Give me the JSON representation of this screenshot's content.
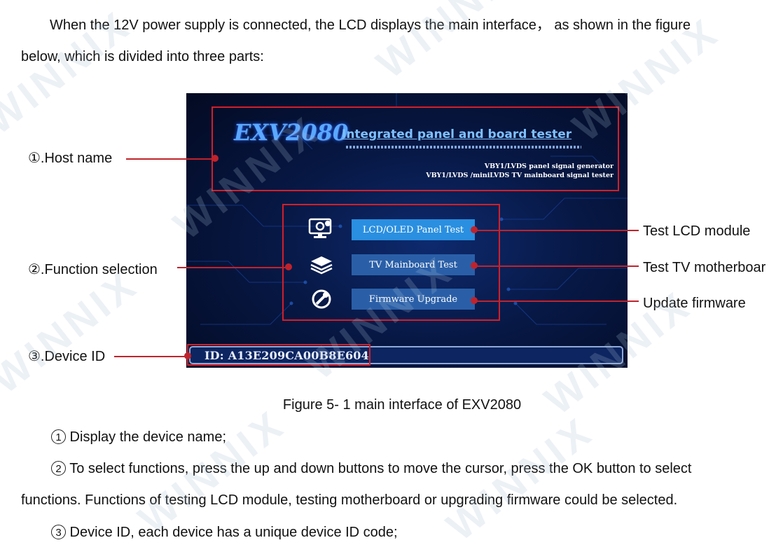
{
  "intro_line1": "When the 12V power supply is connected, the LCD displays the main interface， as shown in the figure",
  "intro_line2": "below, which is divided into three parts:",
  "screen": {
    "host_name": "EXV2080",
    "tagline": "Integrated panel and board tester",
    "sub1": "VBY1/LVDS panel signal generator",
    "sub2": "VBY1/LVDS /miniLVDS TV mainboard signal tester",
    "menu": [
      "LCD/OLED Panel Test",
      "TV Mainboard Test",
      "Firmware Upgrade"
    ],
    "device_id": "ID: A13E209CA00B8E604"
  },
  "left_labels": {
    "host": "①.Host  name",
    "function": "②.Function selection",
    "device": "③.Device ID"
  },
  "right_labels": [
    "Test LCD module",
    "Test TV motherboar",
    "Update  firmware"
  ],
  "caption": "Figure 5- 1 main interface of EXV2080",
  "items": [
    {
      "num": "①",
      "text": " Display the device name;"
    },
    {
      "num": "②",
      "text": " To select functions, press the up and down buttons to move the cursor, press the OK button to select"
    },
    {
      "num": "",
      "text": "functions. Functions of testing LCD module, testing motherboard or upgrading firmware could be selected."
    },
    {
      "num": "③",
      "text": " Device ID, each device has a unique device ID code;"
    }
  ],
  "watermark": "WINNIX",
  "colors": {
    "annotation_red": "#c0232c",
    "screen_bg": "#071845",
    "button_active": "#2a8fe0"
  }
}
